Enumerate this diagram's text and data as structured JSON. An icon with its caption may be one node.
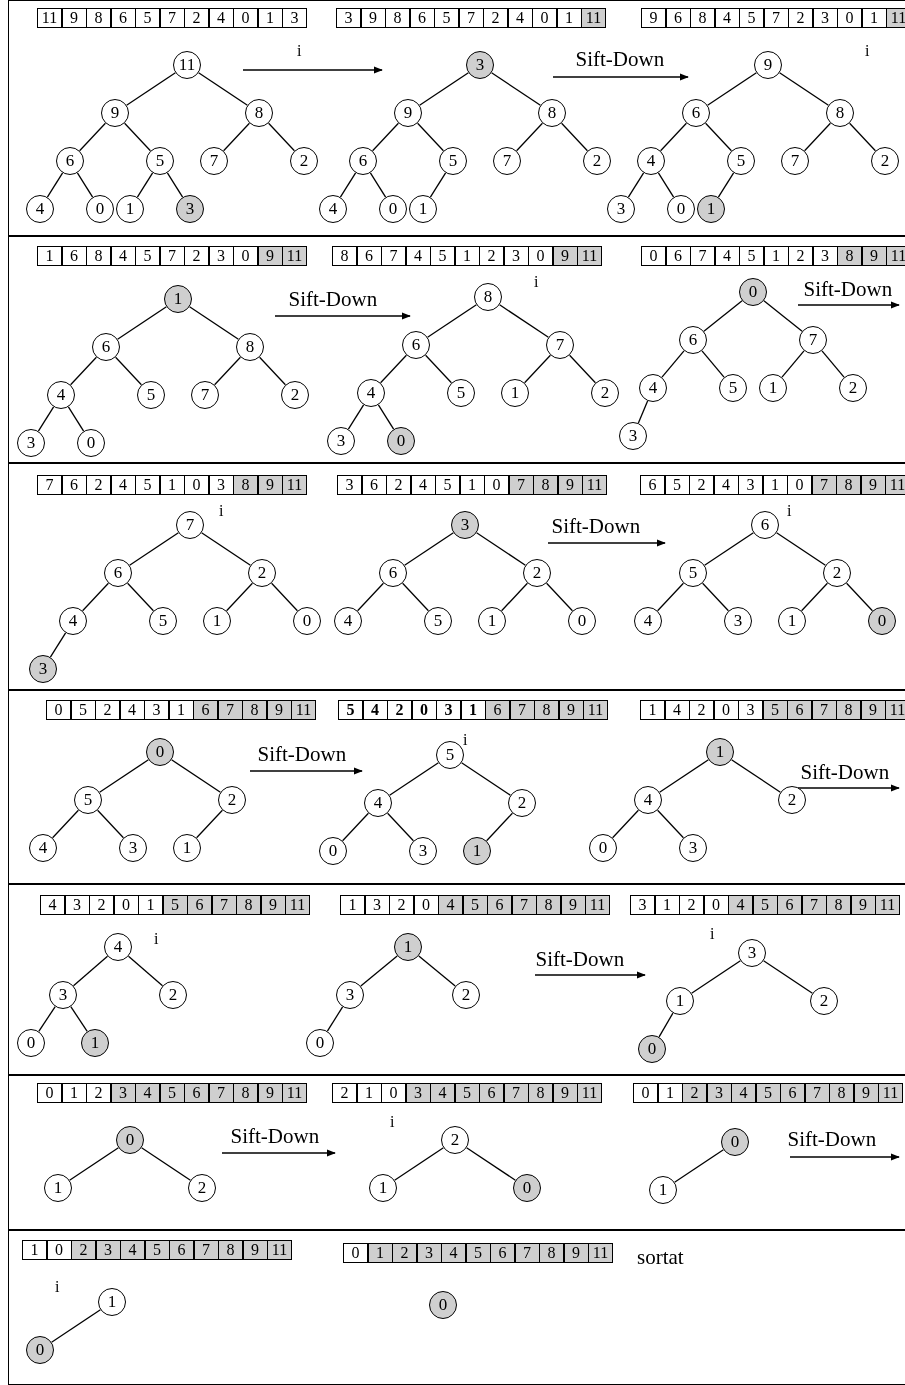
{
  "diagram": {
    "nodes": [
      {
        "text": [
          "11"
        ]
      },
      {
        "text": [
          "9"
        ]
      },
      {
        "text": [
          "8"
        ]
      },
      {
        "text": [
          "6"
        ]
      },
      {
        "text": [
          "5"
        ]
      },
      {
        "text": [
          "7"
        ]
      },
      {
        "text": [
          "2"
        ]
      },
      {
        "text": [
          "4"
        ]
      },
      {
        "text": [
          "0"
        ]
      },
      {
        "text": [
          "1"
        ]
      },
      {
        "text": [
          "3"
        ]
      },
      {
        "text": [
          "3"
        ]
      },
      {
        "text": [
          "9"
        ]
      },
      {
        "text": [
          "8"
        ]
      },
      {
        "text": [
          "6"
        ]
      },
      {
        "text": [
          "5"
        ]
      },
      {
        "text": [
          "7"
        ]
      },
      {
        "text": [
          "2"
        ]
      },
      {
        "text": [
          "4"
        ]
      },
      {
        "text": [
          "0"
        ]
      },
      {
        "text": [
          "1"
        ]
      },
      {
        "text": [
          "9"
        ]
      },
      {
        "text": [
          "6"
        ]
      },
      {
        "text": [
          "8"
        ]
      },
      {
        "text": [
          "4"
        ]
      },
      {
        "text": [
          "5"
        ]
      },
      {
        "text": [
          "7"
        ]
      },
      {
        "text": [
          "2"
        ]
      },
      {
        "text": [
          "3"
        ]
      },
      {
        "text": [
          "0"
        ]
      },
      {
        "text": [
          "1"
        ]
      },
      {
        "text": [
          "1"
        ]
      },
      {
        "text": [
          "6"
        ]
      },
      {
        "text": [
          "8"
        ]
      },
      {
        "text": [
          "4"
        ]
      },
      {
        "text": [
          "5"
        ]
      },
      {
        "text": [
          "7"
        ]
      },
      {
        "text": [
          "2"
        ]
      },
      {
        "text": [
          "3"
        ]
      },
      {
        "text": [
          "0"
        ]
      },
      {
        "text": [
          "8"
        ]
      },
      {
        "text": [
          "6"
        ]
      },
      {
        "text": [
          "7"
        ]
      },
      {
        "text": [
          "4"
        ]
      },
      {
        "text": [
          "5"
        ]
      },
      {
        "text": [
          "1"
        ]
      },
      {
        "text": [
          "2"
        ]
      },
      {
        "text": [
          "3"
        ]
      },
      {
        "text": [
          "0"
        ]
      },
      {
        "text": [
          "0"
        ]
      },
      {
        "text": [
          "6"
        ]
      },
      {
        "text": [
          "7"
        ]
      },
      {
        "text": [
          "4"
        ]
      },
      {
        "text": [
          "5"
        ]
      },
      {
        "text": [
          "1"
        ]
      },
      {
        "text": [
          "2"
        ]
      },
      {
        "text": [
          "3"
        ]
      },
      {
        "text": [
          "7"
        ]
      },
      {
        "text": [
          "6"
        ]
      },
      {
        "text": [
          "2"
        ]
      },
      {
        "text": [
          "4"
        ]
      },
      {
        "text": [
          "5"
        ]
      },
      {
        "text": [
          "1"
        ]
      },
      {
        "text": [
          "0"
        ]
      },
      {
        "text": [
          "3"
        ]
      },
      {
        "text": [
          "3"
        ]
      },
      {
        "text": [
          "6"
        ]
      },
      {
        "text": [
          "2"
        ]
      },
      {
        "text": [
          "4"
        ]
      },
      {
        "text": [
          "5"
        ]
      },
      {
        "text": [
          "1"
        ]
      },
      {
        "text": [
          "0"
        ]
      },
      {
        "text": [
          "6"
        ]
      },
      {
        "text": [
          "5"
        ]
      },
      {
        "text": [
          "2"
        ]
      },
      {
        "text": [
          "4"
        ]
      },
      {
        "text": [
          "3"
        ]
      },
      {
        "text": [
          "1"
        ]
      },
      {
        "text": [
          "0"
        ]
      },
      {
        "text": [
          "0"
        ]
      },
      {
        "text": [
          "5"
        ]
      },
      {
        "text": [
          "2"
        ]
      },
      {
        "text": [
          "4"
        ]
      },
      {
        "text": [
          "3"
        ]
      },
      {
        "text": [
          "1"
        ]
      },
      {
        "text": [
          "5"
        ]
      },
      {
        "text": [
          "4"
        ]
      },
      {
        "text": [
          "2"
        ]
      },
      {
        "text": [
          "0"
        ]
      },
      {
        "text": [
          "3"
        ]
      },
      {
        "text": [
          "1"
        ]
      },
      {
        "text": [
          "1"
        ]
      },
      {
        "text": [
          "4"
        ]
      },
      {
        "text": [
          "2"
        ]
      },
      {
        "text": [
          "0"
        ]
      },
      {
        "text": [
          "3"
        ]
      },
      {
        "text": [
          "4"
        ]
      },
      {
        "text": [
          "3"
        ]
      },
      {
        "text": [
          "2"
        ]
      },
      {
        "text": [
          "0"
        ]
      },
      {
        "text": [
          "1"
        ]
      },
      {
        "text": [
          "1"
        ]
      },
      {
        "text": [
          "3"
        ]
      },
      {
        "text": [
          "2"
        ]
      },
      {
        "text": [
          "0"
        ]
      },
      {
        "text": [
          "3"
        ]
      },
      {
        "text": [
          "1"
        ]
      },
      {
        "text": [
          "2"
        ]
      },
      {
        "text": [
          "0"
        ]
      },
      {
        "text": [
          "0"
        ]
      },
      {
        "text": [
          "1"
        ]
      },
      {
        "text": [
          "2"
        ]
      },
      {
        "text": [
          "2"
        ]
      },
      {
        "text": [
          "1"
        ]
      },
      {
        "text": [
          "0"
        ]
      },
      {
        "text": [
          "0"
        ]
      },
      {
        "text": [
          "1"
        ]
      },
      {
        "text": [
          "1"
        ]
      },
      {
        "text": [
          "0"
        ]
      },
      {
        "text": [
          "0"
        ]
      }
    ],
    "edges": [
      {
        "from": 0,
        "to": 1,
        "arrow": "none"
      },
      {
        "from": 0,
        "to": 2,
        "arrow": "none"
      },
      {
        "from": 1,
        "to": 3,
        "arrow": "none"
      },
      {
        "from": 1,
        "to": 4,
        "arrow": "none"
      },
      {
        "from": 2,
        "to": 5,
        "arrow": "none"
      },
      {
        "from": 2,
        "to": 6,
        "arrow": "none"
      },
      {
        "from": 3,
        "to": 7,
        "arrow": "none"
      },
      {
        "from": 3,
        "to": 8,
        "arrow": "none"
      },
      {
        "from": 4,
        "to": 9,
        "arrow": "none"
      },
      {
        "from": 4,
        "to": 10,
        "arrow": "none"
      },
      {
        "from": 11,
        "to": 12,
        "arrow": "none"
      },
      {
        "from": 11,
        "to": 13,
        "arrow": "none"
      },
      {
        "from": 12,
        "to": 14,
        "arrow": "none"
      },
      {
        "from": 12,
        "to": 15,
        "arrow": "none"
      },
      {
        "from": 13,
        "to": 16,
        "arrow": "none"
      },
      {
        "from": 13,
        "to": 17,
        "arrow": "none"
      },
      {
        "from": 14,
        "to": 18,
        "arrow": "none"
      },
      {
        "from": 14,
        "to": 19,
        "arrow": "none"
      },
      {
        "from": 15,
        "to": 20,
        "arrow": "none"
      },
      {
        "from": 21,
        "to": 22,
        "arrow": "none"
      },
      {
        "from": 21,
        "to": 23,
        "arrow": "none"
      },
      {
        "from": 22,
        "to": 24,
        "arrow": "none"
      },
      {
        "from": 22,
        "to": 25,
        "arrow": "none"
      },
      {
        "from": 23,
        "to": 26,
        "arrow": "none"
      },
      {
        "from": 23,
        "to": 27,
        "arrow": "none"
      },
      {
        "from": 24,
        "to": 28,
        "arrow": "none"
      },
      {
        "from": 24,
        "to": 29,
        "arrow": "none"
      },
      {
        "from": 25,
        "to": 30,
        "arrow": "none"
      },
      {
        "from": 31,
        "to": 32,
        "arrow": "none"
      },
      {
        "from": 31,
        "to": 33,
        "arrow": "none"
      },
      {
        "from": 32,
        "to": 34,
        "arrow": "none"
      },
      {
        "from": 32,
        "to": 35,
        "arrow": "none"
      },
      {
        "from": 33,
        "to": 36,
        "arrow": "none"
      },
      {
        "from": 33,
        "to": 37,
        "arrow": "none"
      },
      {
        "from": 34,
        "to": 38,
        "arrow": "none"
      },
      {
        "from": 34,
        "to": 39,
        "arrow": "none"
      },
      {
        "from": 40,
        "to": 41,
        "arrow": "none"
      },
      {
        "from": 40,
        "to": 42,
        "arrow": "none"
      },
      {
        "from": 41,
        "to": 43,
        "arrow": "none"
      },
      {
        "from": 41,
        "to": 44,
        "arrow": "none"
      },
      {
        "from": 42,
        "to": 45,
        "arrow": "none"
      },
      {
        "from": 42,
        "to": 46,
        "arrow": "none"
      },
      {
        "from": 43,
        "to": 47,
        "arrow": "none"
      },
      {
        "from": 43,
        "to": 48,
        "arrow": "none"
      },
      {
        "from": 49,
        "to": 50,
        "arrow": "none"
      },
      {
        "from": 49,
        "to": 51,
        "arrow": "none"
      },
      {
        "from": 50,
        "to": 52,
        "arrow": "none"
      },
      {
        "from": 50,
        "to": 53,
        "arrow": "none"
      },
      {
        "from": 51,
        "to": 54,
        "arrow": "none"
      },
      {
        "from": 51,
        "to": 55,
        "arrow": "none"
      },
      {
        "from": 52,
        "to": 56,
        "arrow": "none"
      },
      {
        "from": 57,
        "to": 58,
        "arrow": "none"
      },
      {
        "from": 57,
        "to": 59,
        "arrow": "none"
      },
      {
        "from": 58,
        "to": 60,
        "arrow": "none"
      },
      {
        "from": 58,
        "to": 61,
        "arrow": "none"
      },
      {
        "from": 59,
        "to": 62,
        "arrow": "none"
      },
      {
        "from": 59,
        "to": 63,
        "arrow": "none"
      },
      {
        "from": 60,
        "to": 64,
        "arrow": "none"
      },
      {
        "from": 65,
        "to": 66,
        "arrow": "none"
      },
      {
        "from": 65,
        "to": 67,
        "arrow": "none"
      },
      {
        "from": 66,
        "to": 68,
        "arrow": "none"
      },
      {
        "from": 66,
        "to": 69,
        "arrow": "none"
      },
      {
        "from": 67,
        "to": 70,
        "arrow": "none"
      },
      {
        "from": 67,
        "to": 71,
        "arrow": "none"
      },
      {
        "from": 72,
        "to": 73,
        "arrow": "none"
      },
      {
        "from": 72,
        "to": 74,
        "arrow": "none"
      },
      {
        "from": 73,
        "to": 75,
        "arrow": "none"
      },
      {
        "from": 73,
        "to": 76,
        "arrow": "none"
      },
      {
        "from": 74,
        "to": 77,
        "arrow": "none"
      },
      {
        "from": 74,
        "to": 78,
        "arrow": "none"
      },
      {
        "from": 79,
        "to": 80,
        "arrow": "none"
      },
      {
        "from": 79,
        "to": 81,
        "arrow": "none"
      },
      {
        "from": 80,
        "to": 82,
        "arrow": "none"
      },
      {
        "from": 80,
        "to": 83,
        "arrow": "none"
      },
      {
        "from": 81,
        "to": 84,
        "arrow": "none"
      },
      {
        "from": 85,
        "to": 86,
        "arrow": "none"
      },
      {
        "from": 85,
        "to": 87,
        "arrow": "none"
      },
      {
        "from": 86,
        "to": 88,
        "arrow": "none"
      },
      {
        "from": 86,
        "to": 89,
        "arrow": "none"
      },
      {
        "from": 87,
        "to": 90,
        "arrow": "none"
      },
      {
        "from": 91,
        "to": 92,
        "arrow": "none"
      },
      {
        "from": 91,
        "to": 93,
        "arrow": "none"
      },
      {
        "from": 92,
        "to": 94,
        "arrow": "none"
      },
      {
        "from": 92,
        "to": 95,
        "arrow": "none"
      },
      {
        "from": 96,
        "to": 97,
        "arrow": "none"
      },
      {
        "from": 96,
        "to": 98,
        "arrow": "none"
      },
      {
        "from": 97,
        "to": 99,
        "arrow": "none"
      },
      {
        "from": 97,
        "to": 100,
        "arrow": "none"
      },
      {
        "from": 101,
        "to": 102,
        "arrow": "none"
      },
      {
        "from": 101,
        "to": 103,
        "arrow": "none"
      },
      {
        "from": 102,
        "to": 104,
        "arrow": "none"
      },
      {
        "from": 105,
        "to": 106,
        "arrow": "none"
      },
      {
        "from": 105,
        "to": 107,
        "arrow": "none"
      },
      {
        "from": 106,
        "to": 108,
        "arrow": "none"
      },
      {
        "from": 109,
        "to": 110,
        "arrow": "none"
      },
      {
        "from": 109,
        "to": 111,
        "arrow": "none"
      },
      {
        "from": 112,
        "to": 113,
        "arrow": "none"
      },
      {
        "from": 112,
        "to": 114,
        "arrow": "none"
      },
      {
        "from": 115,
        "to": 116,
        "arrow": "none"
      },
      {
        "from": 117,
        "to": 118,
        "arrow": "none"
      }
    ],
    "labels": [
      "11",
      "9",
      "8",
      "6",
      "5",
      "7",
      "2",
      "4",
      "0",
      "1",
      "3",
      "3",
      "9",
      "8",
      "6",
      "5",
      "7",
      "2",
      "4",
      "0",
      "1",
      "11",
      "9",
      "6",
      "8",
      "4",
      "5",
      "7",
      "2",
      "3",
      "0",
      "1",
      "11",
      "i",
      "Sift-Down",
      "i",
      "1",
      "6",
      "8",
      "4",
      "5",
      "7",
      "2",
      "3",
      "0",
      "9",
      "11",
      "8",
      "6",
      "7",
      "4",
      "5",
      "1",
      "2",
      "3",
      "0",
      "9",
      "11",
      "0",
      "6",
      "7",
      "4",
      "5",
      "1",
      "2",
      "3",
      "8",
      "9",
      "11",
      "Sift-Down",
      "i",
      "Sift-Down",
      "7",
      "6",
      "2",
      "4",
      "5",
      "1",
      "0",
      "3",
      "8",
      "9",
      "11",
      "3",
      "6",
      "2",
      "4",
      "5",
      "1",
      "0",
      "7",
      "8",
      "9",
      "11",
      "6",
      "5",
      "2",
      "4",
      "3",
      "1",
      "0",
      "7",
      "8",
      "9",
      "11",
      "i",
      "Sift-Down",
      "i",
      "0",
      "5",
      "2",
      "4",
      "3",
      "1",
      "6",
      "7",
      "8",
      "9",
      "11",
      "5",
      "4",
      "2",
      "0",
      "3",
      "1",
      "6",
      "7",
      "8",
      "9",
      "11",
      "1",
      "4",
      "2",
      "0",
      "3",
      "5",
      "6",
      "7",
      "8",
      "9",
      "11",
      "Sift-Down",
      "i",
      "Sift-Down",
      "4",
      "3",
      "2",
      "0",
      "1",
      "5",
      "6",
      "7",
      "8",
      "9",
      "11",
      "1",
      "3",
      "2",
      "0",
      "4",
      "5",
      "6",
      "7",
      "8",
      "9",
      "11",
      "3",
      "1",
      "2",
      "0",
      "4",
      "5",
      "6",
      "7",
      "8",
      "9",
      "11",
      "i",
      "Sift-Down",
      "i",
      "0",
      "1",
      "2",
      "3",
      "4",
      "5",
      "6",
      "7",
      "8",
      "9",
      "11",
      "2",
      "1",
      "0",
      "3",
      "4",
      "5",
      "6",
      "7",
      "8",
      "9",
      "11",
      "0",
      "1",
      "2",
      "3",
      "4",
      "5",
      "6",
      "7",
      "8",
      "9",
      "11",
      "Sift-Down",
      "i",
      "Sift-Down",
      "1",
      "0",
      "2",
      "3",
      "4",
      "5",
      "6",
      "7",
      "8",
      "9",
      "11",
      "0",
      "1",
      "2",
      "3",
      "4",
      "5",
      "6",
      "7",
      "8",
      "9",
      "11",
      "i",
      "sortat"
    ]
  }
}
